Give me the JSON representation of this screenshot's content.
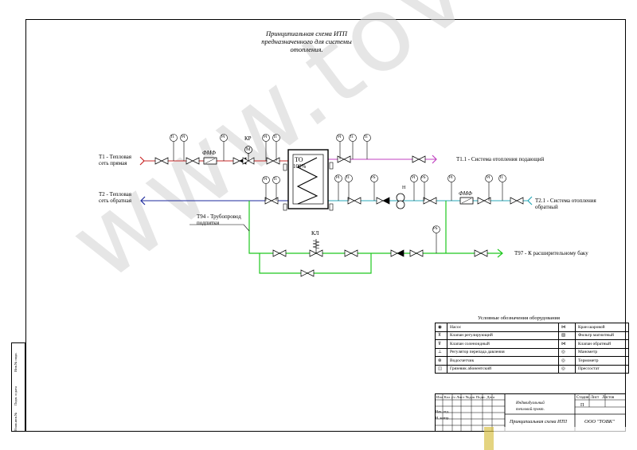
{
  "title": [
    "Принципиальная схема ИТП",
    "предназначенного для системы",
    "отопления."
  ],
  "pipes": {
    "t1": [
      "Т1 - Тепловая",
      "сеть прямая"
    ],
    "t2": [
      "Т2 - Тепловая",
      "сеть обратная"
    ],
    "t11": "Т1.1 - Система отопления подающий",
    "t21": [
      "Т2.1 - Система отопления",
      "обратный"
    ],
    "t94": [
      "Т94 - Трубопровод",
      "подпитки"
    ],
    "t97": "Т97 - К расширительному баку"
  },
  "labels": {
    "to": "ТО",
    "to_pct": "100%",
    "fmf1": "ФМФ",
    "fmf2": "ФМФ",
    "kr": "КР",
    "kl": "КЛ",
    "m": "М",
    "n": "Н"
  },
  "gauges": {
    "pi": "PI",
    "ti": "TI",
    "ps": "PS"
  },
  "legend": {
    "title": "Условные обозначения оборудования",
    "left": [
      "Насос",
      "Клапан регулирующий",
      "Клапан соленоидный",
      "Регулятор перепада давления",
      "Водосчетчик",
      "Грязевик абонентский"
    ],
    "right": [
      "Кран шаровой",
      "Фильтр магнитный",
      "Клапан обратный",
      "Манометр",
      "Термометр",
      "Прессостат"
    ]
  },
  "stamp": {
    "row_headers": [
      "Изм",
      "Кол.уч",
      "Лист",
      "№док",
      "Подп.",
      "Дата"
    ],
    "left_rows": [
      "",
      "Нач. отд.",
      "Н. контр."
    ],
    "object": [
      "Индивидуальный",
      "тепловой пункт."
    ],
    "doc_name": "Принципиальная схема ИТП",
    "stage_head": [
      "Стадия",
      "Лист",
      "Листов"
    ],
    "stage": "П",
    "company": "ООО \"ТОВК\""
  },
  "side_stamp": [
    "Инв.№ подл.",
    "Подп. и дата",
    "Взам.инв.№"
  ],
  "watermark": "www.tovk.ru",
  "colors": {
    "supply": "#c82828",
    "return": "#1e2a9c",
    "heat_supply": "#c040c0",
    "heat_return": "#28a8b8",
    "makeup": "#1ec81e",
    "line": "#000000"
  }
}
